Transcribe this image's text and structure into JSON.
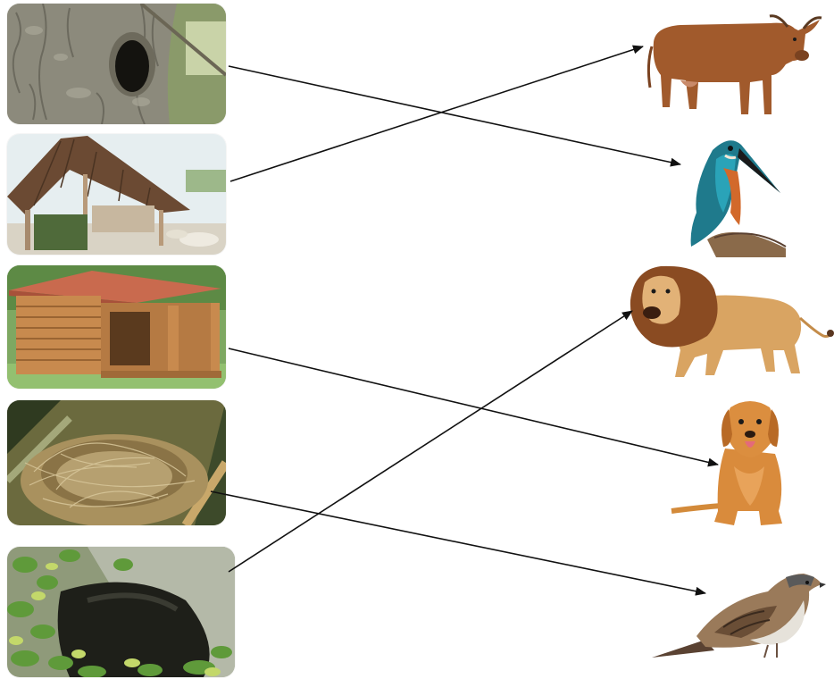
{
  "diagram": {
    "type": "match-the-following",
    "habitats": [
      {
        "id": "tree-hollow",
        "icon": "tree-hollow-icon"
      },
      {
        "id": "cowshed",
        "icon": "thatched-shed-icon"
      },
      {
        "id": "kennel",
        "icon": "wooden-kennel-icon"
      },
      {
        "id": "nest",
        "icon": "bird-nest-icon"
      },
      {
        "id": "den",
        "icon": "rock-den-icon"
      }
    ],
    "animals": [
      {
        "id": "cow",
        "icon": "cow-icon"
      },
      {
        "id": "kingfisher",
        "icon": "kingfisher-icon"
      },
      {
        "id": "lion",
        "icon": "lion-icon"
      },
      {
        "id": "dog",
        "icon": "dog-icon"
      },
      {
        "id": "sparrow",
        "icon": "sparrow-icon"
      }
    ],
    "matches": [
      {
        "from": "tree-hollow",
        "to": "kingfisher"
      },
      {
        "from": "cowshed",
        "to": "cow"
      },
      {
        "from": "kennel",
        "to": "dog"
      },
      {
        "from": "nest",
        "to": "sparrow"
      },
      {
        "from": "den",
        "to": "lion"
      }
    ],
    "colors": {
      "arrow": "#111111",
      "background": "#ffffff"
    }
  }
}
